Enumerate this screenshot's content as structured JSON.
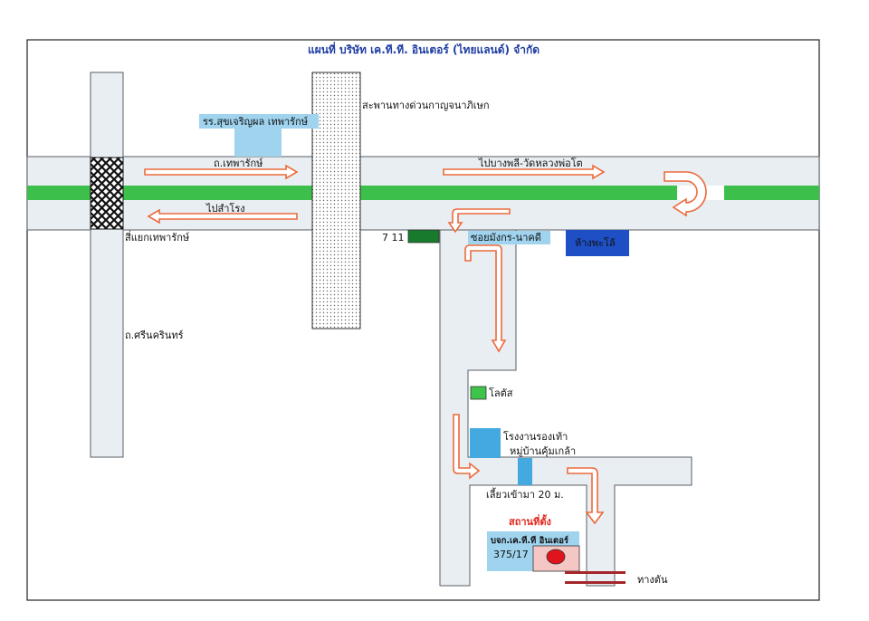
{
  "title": "แผนที่ บริษัท เค.ที.ที. อินเตอร์ (ไทยแลนด์) จำกัด",
  "roads": {
    "main_road_east": "ถ.เทพารักษ์",
    "to_samrong": "ไปสำโรง",
    "to_bang_phli": "ไปบางพลี-วัดหลวงพ่อโต",
    "srinakarin_road": "ถ.ศรีนครินทร์",
    "soi_mangkorn": "ซอยมังกร-นาคดี"
  },
  "places": {
    "school": "รร.สุขเจริญผล เทพารักษ์",
    "expressway_bridge": "สะพานทางด่วนกาญจนาภิเษก",
    "intersection": "สี่แยกเทพารักษ์",
    "seven_eleven": "7 11",
    "department_store": "ห้างพะโล้",
    "lotus": "โลตัส",
    "shoe_factory": "โรงงานรองเท้า",
    "village": "หมู่บ้านคุ้มเกล้า",
    "turn_in": "เลี้ยวเข้ามา 20 ม.",
    "dead_end": "ทางตัน"
  },
  "destination": {
    "heading": "สถานที่ตั้ง",
    "company": "บจก.เค.ที.ที อินเตอร์",
    "address": "375/17"
  },
  "colors": {
    "road_fill": "#e9eef3",
    "road_stroke": "#5a5f66",
    "median": "#3dbf4b",
    "arrow": "#ec6a3c",
    "title": "#1f3ea3",
    "light_blue": "#9fd3ee",
    "mid_blue": "#43a9e0",
    "dark_blue": "#1e4fc4",
    "dark_green": "#177a2c",
    "light_green": "#3ec44a",
    "heading_red": "#e2261c",
    "dead_end_bar": "#a3262b",
    "marker_red": "#e0141c",
    "pink_box": "#f5c7c4"
  }
}
